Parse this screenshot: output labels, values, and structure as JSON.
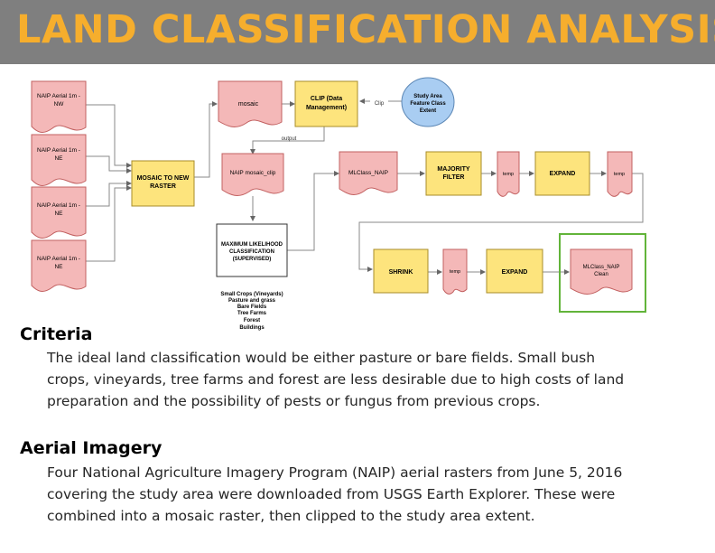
{
  "title": "LAND CLASSIFICATION ANALYSIS",
  "diagram": {
    "inputs": [
      {
        "line1": "NAIP Aerial  1m -",
        "line2": "NW"
      },
      {
        "line1": "NAIP Aerial  1m -",
        "line2": "NE"
      },
      {
        "line1": "NAIP Aerial  1m -",
        "line2": "NE"
      },
      {
        "line1": "NAIP Aerial  1m -",
        "line2": "NE"
      }
    ],
    "mosaic_tool": {
      "line1": "MOSAIC TO NEW",
      "line2": "RASTER"
    },
    "mosaic_output": "mosaic",
    "clip_tool": {
      "line1": "CLIP (Data",
      "line2": "Management)"
    },
    "clip_edge": "Clip",
    "study_area": {
      "line1": "Study Area",
      "line2": "Feature Class",
      "line3": "Extent"
    },
    "output_edge": "output",
    "naip_clip": "NAIP mosaic_clip",
    "mlc_tool": {
      "line1": "MAXIMUM LIKELIHOOD",
      "line2": "CLASSIFICATION",
      "line3": "(SUPERVISED)"
    },
    "classes": [
      "Small Crops (Vineyards)",
      "Pasture and grass",
      "Bare Fields",
      "Tree Farms",
      "Forest",
      "Buildings"
    ],
    "mlclass": "MLClass_NAIP",
    "majority": {
      "line1": "MAJORITY",
      "line2": "FILTER"
    },
    "temp": "temp",
    "expand": "EXPAND",
    "shrink": "SHRINK",
    "final": {
      "line1": "MLClass_NAIP",
      "line2": "Clean"
    }
  },
  "criteria": {
    "heading": "Criteria",
    "lines": [
      "The ideal land classification would be either pasture or bare fields. Small bush",
      "crops, vineyards, tree farms and forest are less desirable due to high costs of land",
      "preparation and the possibility of pests or fungus from previous crops."
    ]
  },
  "aerial": {
    "heading": "Aerial Imagery",
    "lines": [
      "Four National Agriculture Imagery Program (NAIP) aerial rasters from June 5, 2016",
      "covering the study area were downloaded from USGS Earth Explorer. These were",
      "combined into a mosaic raster, then clipped to the study area extent."
    ]
  },
  "colors": {
    "title_bg": "#7f7f7f",
    "title_fg": "#f6ae2d",
    "data_fill": "#f4b8b8",
    "tool_fill": "#fde47d",
    "input_fill": "#a9cdf2",
    "final_border": "#62b43a"
  }
}
